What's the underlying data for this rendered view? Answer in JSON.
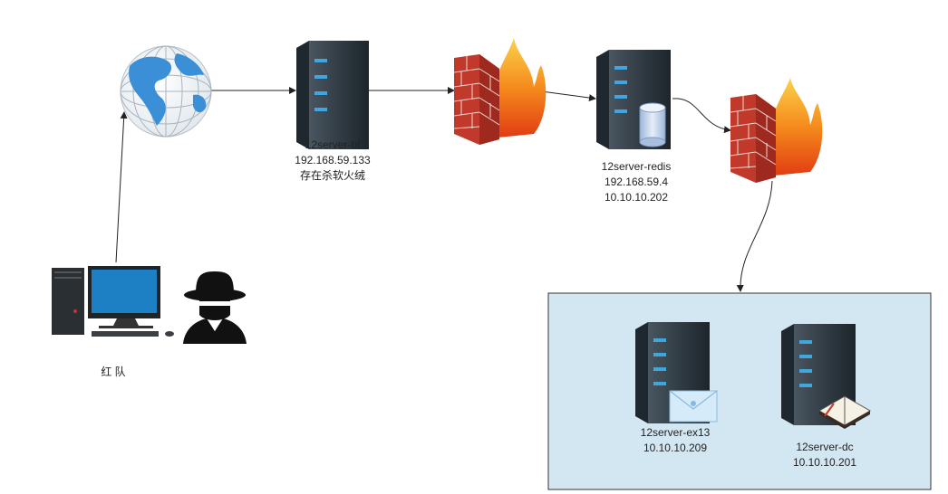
{
  "nodes": {
    "internet": {
      "icon": "globe-icon"
    },
    "red_team": {
      "label": "红 队",
      "icons": [
        "desktop-pc-icon",
        "hacker-icon"
      ]
    },
    "server_bt": {
      "icon": "server-icon",
      "lines": [
        "12server-bt",
        "192.168.59.133",
        "存在杀软火绒"
      ]
    },
    "firewall_1": {
      "icon": "firewall-icon"
    },
    "server_redis": {
      "icon": "server-database-icon",
      "lines": [
        "12server-redis",
        "192.168.59.4",
        "10.10.10.202"
      ]
    },
    "firewall_2": {
      "icon": "firewall-icon"
    },
    "server_ex13": {
      "icon": "server-mail-icon",
      "lines": [
        "12server-ex13",
        "10.10.10.209"
      ]
    },
    "server_dc": {
      "icon": "server-book-icon",
      "lines": [
        "12server-dc",
        "10.10.10.201"
      ]
    }
  },
  "internal_zone": {
    "fill": "#d3e7f3",
    "border": "#333333"
  },
  "colors": {
    "server_body": "#2e3a42",
    "server_stripe": "#3fa6e0",
    "firewall_brick": "#c0392b",
    "flame": "#f39c12",
    "globe_land": "#3b8fd6"
  }
}
